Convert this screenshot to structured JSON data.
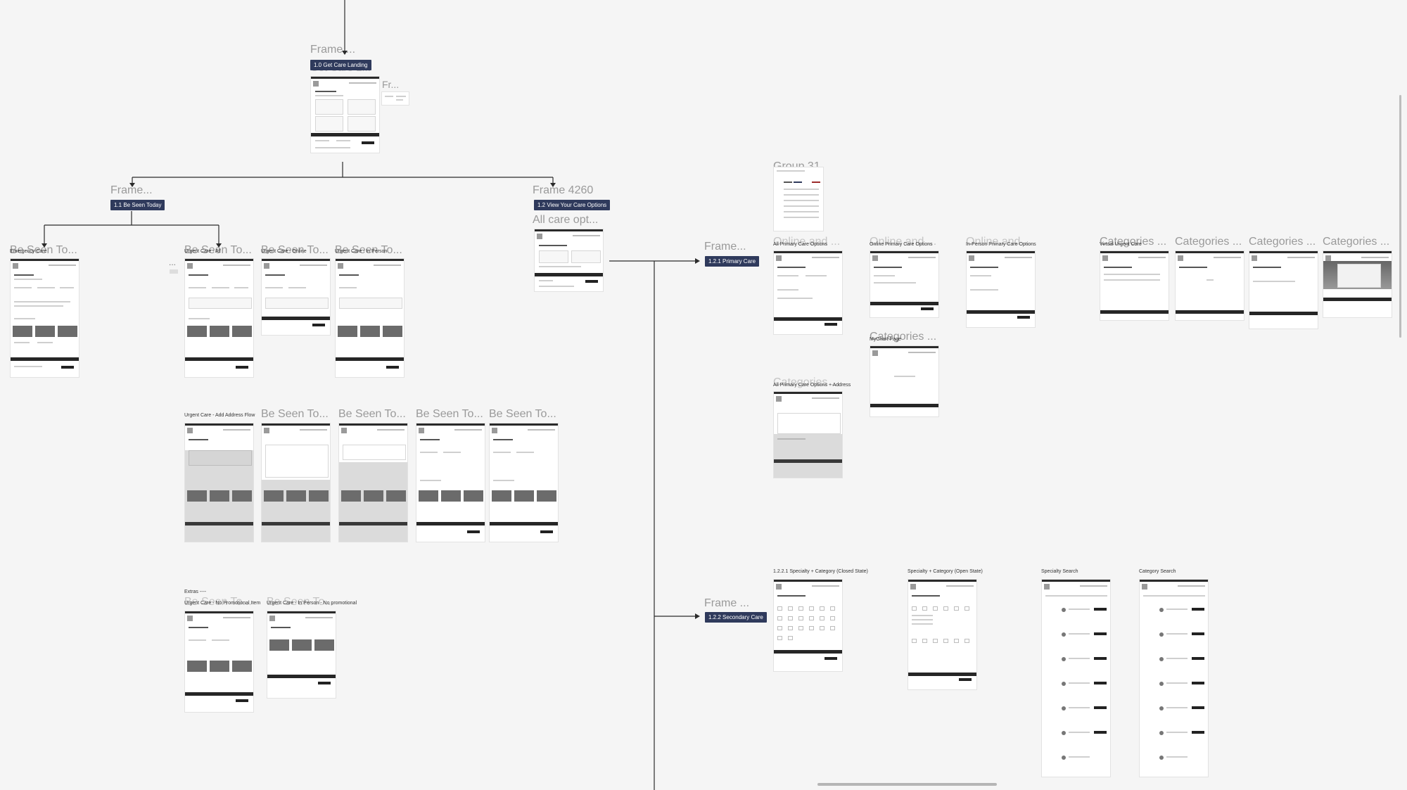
{
  "frames": {
    "root": {
      "title": "Frame ...",
      "tag": "1.0 Get Care Landing",
      "sub": "Get Care L...",
      "side": "Fr..."
    },
    "be_seen_today": {
      "title": "Frame...",
      "tag": "1.1 Be Seen Today"
    },
    "view_care_options": {
      "title": "Frame 4260",
      "tag": "1.2 View Your Care Options",
      "sub": "All care opt..."
    },
    "primary_care": {
      "title": "Frame...",
      "tag": "1.2.1 Primary Care"
    },
    "secondary_care": {
      "title": "Frame ...",
      "tag": "1.2.2 Secondary Care"
    },
    "group31": {
      "title": "Group 31"
    }
  },
  "row1": {
    "t1": "Be Seen To...",
    "l1": "Emergency Care",
    "t2": "Be Seen To...",
    "l2": "Urgent Care - All",
    "t3": "Be Seen To...",
    "l3": "Urgent Care - Online",
    "t4": "Be Seen To...",
    "l4": "Urgent Care - In Person",
    "ellipsis": "..."
  },
  "row2": {
    "l1": "Urgent Care - Add Address Flow",
    "t2": "Be Seen To...",
    "t3": "Be Seen To...",
    "t4": "Be Seen To...",
    "t5": "Be Seen To..."
  },
  "extras": {
    "label": "Extras ----",
    "t1": "Be Seen To...",
    "l1": "Urgent Care - No Promotional Item",
    "t2": "Be Seen To...",
    "l2": "Urgent Care - In Person - No promotional"
  },
  "primary": {
    "t1": "Online and ...",
    "l1": "All Primary Care Options",
    "t2": "Online and ...",
    "l2": "Online Primary Care Options",
    "t3": "Online and ...",
    "l3": "In-Person Primary Care Options",
    "t4": "Categories ...",
    "l4": "MyChart Page",
    "t5": "Categories ...",
    "l5": "All Primary Care Options + Address",
    "c1": "Categories ...",
    "cl1": "Virtual Urgent Care",
    "c2": "Categories ...",
    "c3": "Categories ...",
    "c4": "Categories ..."
  },
  "secondary": {
    "l1": "1.2.2.1 Specialty + Category (Closed State)",
    "l2": "Specialty + Category (Open State)",
    "l3": "Specialty Search",
    "l4": "Category Search"
  }
}
